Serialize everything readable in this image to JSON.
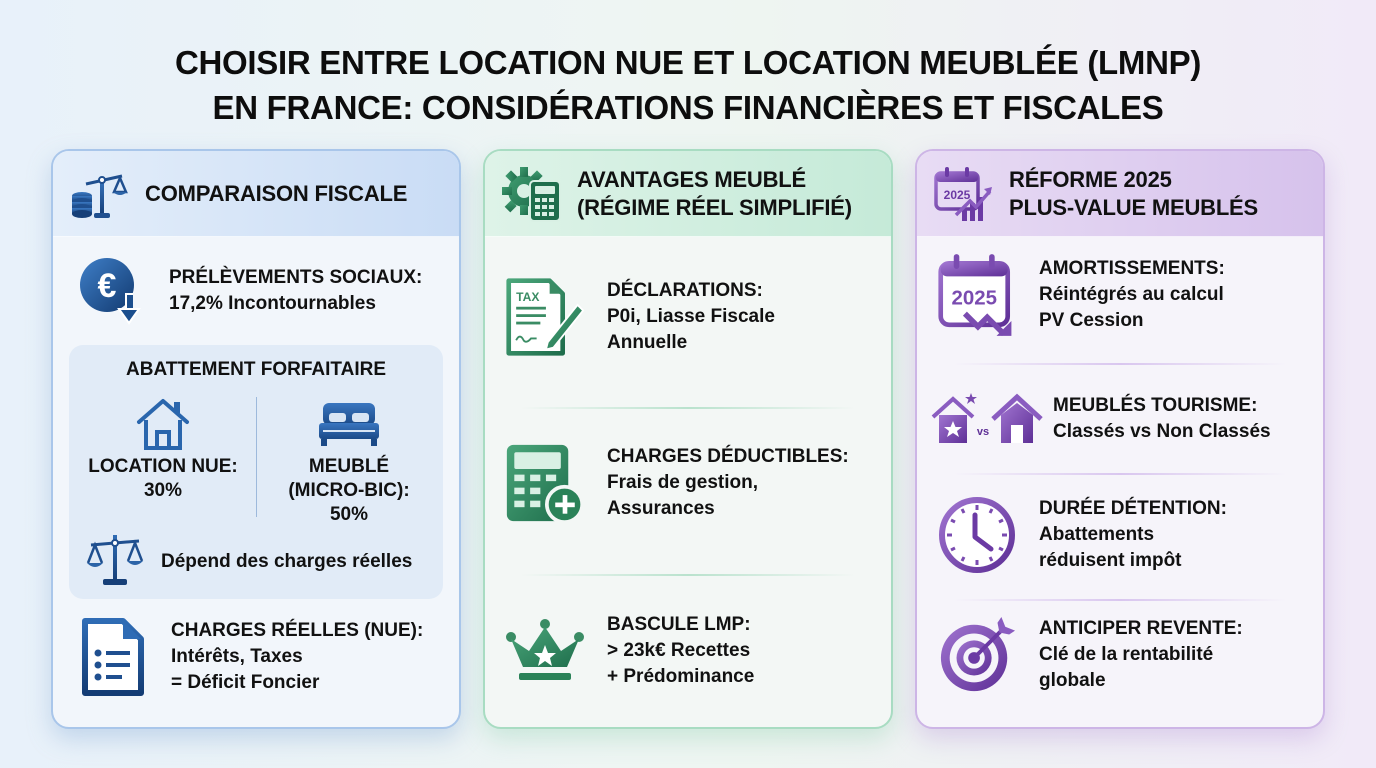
{
  "title": {
    "line1": "CHOISIR ENTRE LOCATION NUE ET LOCATION MEUBLÉE (LMNP)",
    "line2": "EN FRANCE: CONSIDÉRATIONS FINANCIÈRES ET FISCALES"
  },
  "colors": {
    "blue_accent": "#1e5aa0",
    "green_accent": "#2f8a62",
    "purple_accent": "#7a4bb0",
    "text": "#111111"
  },
  "cards": [
    {
      "header": "COMPARAISON FISCALE",
      "header_icon": "scale-coins-icon",
      "items": [
        {
          "icon": "euro-down-arrow-icon",
          "label": "PRÉLÈVEMENTS SOCIAUX:",
          "value": "17,2% Incontournables"
        },
        {
          "type": "abattement",
          "heading": "ABATTEMENT FORFAITAIRE",
          "left": {
            "icon": "house-icon",
            "line1": "LOCATION NUE:",
            "line2": "30%"
          },
          "right": {
            "icon": "bed-icon",
            "line1": "MEUBLÉ",
            "line2": "(MICRO-BIC):",
            "line3": "50%"
          },
          "footer": {
            "icon": "scale-icon",
            "text": "Dépend des charges réelles"
          }
        },
        {
          "icon": "document-list-icon",
          "label": "CHARGES RÉELLES (NUE):",
          "value1": "Intérêts, Taxes",
          "value2": "= Déficit Foncier"
        }
      ]
    },
    {
      "header_line1": "AVANTAGES MEUBLÉ",
      "header_line2": "(RÉGIME RÉEL SIMPLIFIÉ)",
      "header_icon": "gear-calculator-icon",
      "items": [
        {
          "icon": "tax-document-pen-icon",
          "icon_text": "TAX",
          "label": "DÉCLARATIONS:",
          "value1": "P0i, Liasse Fiscale",
          "value2": "Annuelle"
        },
        {
          "icon": "calculator-plus-icon",
          "label": "CHARGES DÉDUCTIBLES:",
          "value1": "Frais de gestion,",
          "value2": "Assurances"
        },
        {
          "icon": "crown-icon",
          "label": "BASCULE LMP:",
          "value1": "> 23k€ Recettes",
          "value2": "+ Prédominance"
        }
      ]
    },
    {
      "header_line1": "RÉFORME 2025",
      "header_line2": "PLUS-VALUE MEUBLÉS",
      "header_icon": "calendar-chart-icon",
      "header_icon_text": "2025",
      "items": [
        {
          "icon": "calendar-down-arrow-icon",
          "icon_text": "2025",
          "label": "AMORTISSEMENTS:",
          "value1": "Réintégrés au calcul",
          "value2": "PV Cession"
        },
        {
          "icon": "house-vs-house-icon",
          "icon_text": "vs",
          "label": "MEUBLÉS TOURISME:",
          "value1": "Classés vs Non Classés"
        },
        {
          "icon": "clock-icon",
          "label": "DURÉE DÉTENTION:",
          "value1": "Abattements",
          "value2": "réduisent impôt"
        },
        {
          "icon": "target-icon",
          "label": "ANTICIPER REVENTE:",
          "value1": "Clé de la rentabilité",
          "value2": "globale"
        }
      ]
    }
  ]
}
